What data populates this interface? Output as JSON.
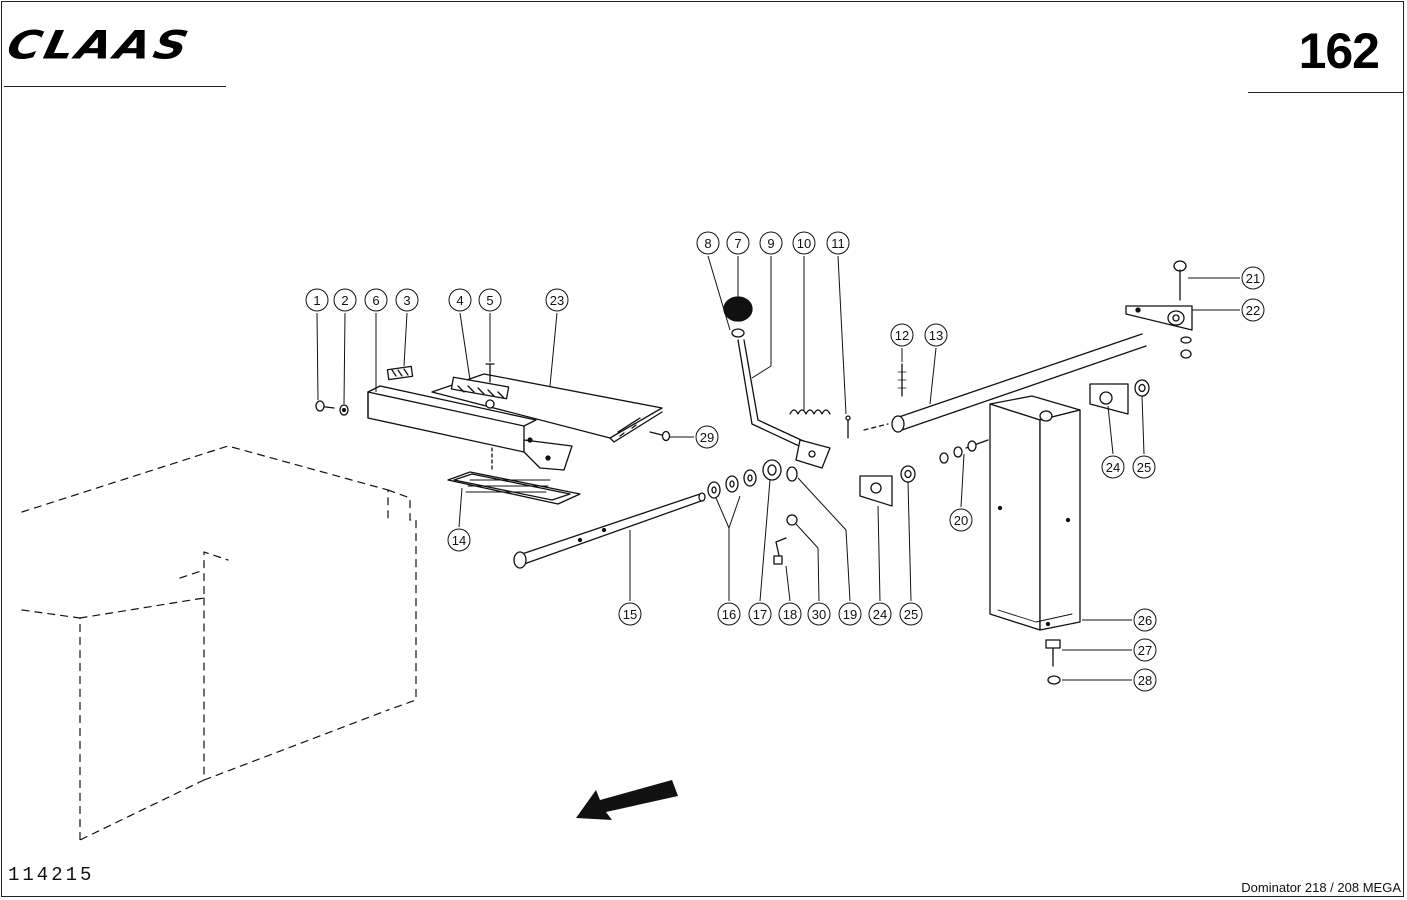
{
  "header": {
    "brand": "CLAAS",
    "page_number": "162"
  },
  "footer": {
    "drawing_code": "114215",
    "model": "Dominator 218 / 208 MEGA"
  },
  "callouts": [
    {
      "label": "1"
    },
    {
      "label": "2"
    },
    {
      "label": "6"
    },
    {
      "label": "3"
    },
    {
      "label": "4"
    },
    {
      "label": "5"
    },
    {
      "label": "23"
    },
    {
      "label": "8"
    },
    {
      "label": "7"
    },
    {
      "label": "9"
    },
    {
      "label": "10"
    },
    {
      "label": "11"
    },
    {
      "label": "12"
    },
    {
      "label": "13"
    },
    {
      "label": "21"
    },
    {
      "label": "22"
    },
    {
      "label": "29"
    },
    {
      "label": "14"
    },
    {
      "label": "15"
    },
    {
      "label": "16"
    },
    {
      "label": "17"
    },
    {
      "label": "18"
    },
    {
      "label": "30"
    },
    {
      "label": "19"
    },
    {
      "label": "24"
    },
    {
      "label": "25"
    },
    {
      "label": "20"
    },
    {
      "label": "24"
    },
    {
      "label": "25"
    },
    {
      "label": "26"
    },
    {
      "label": "27"
    },
    {
      "label": "28"
    }
  ]
}
